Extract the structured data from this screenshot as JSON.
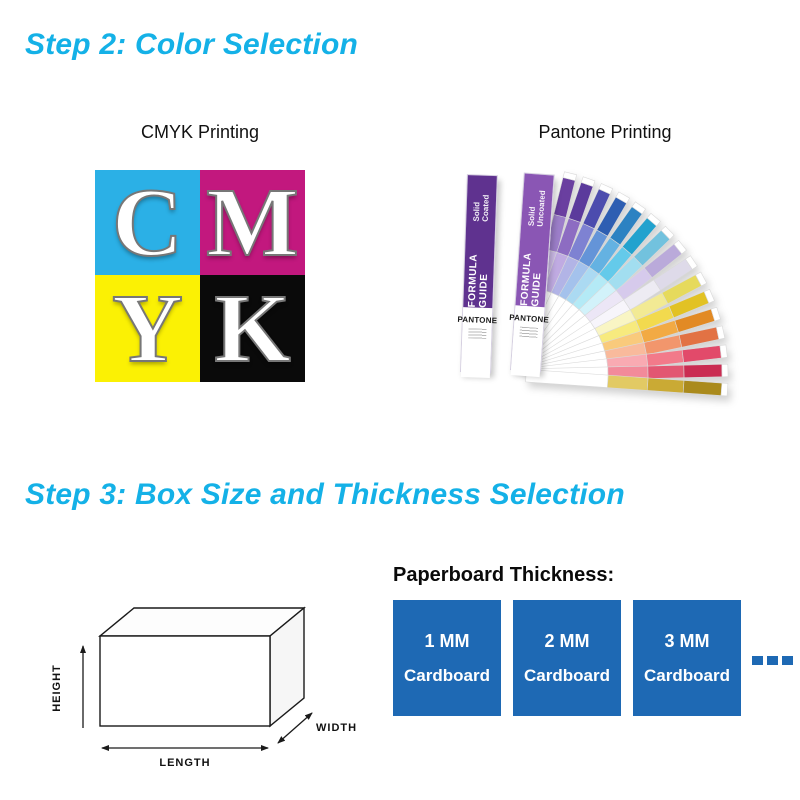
{
  "accent": "#14b1e7",
  "step2": {
    "title": "Step 2: Color Selection"
  },
  "cmyk": {
    "label": "CMYK Printing",
    "tiles": [
      {
        "letter": "C",
        "bg": "#2bb0e6"
      },
      {
        "letter": "M",
        "bg": "#c2187e"
      },
      {
        "letter": "Y",
        "bg": "#fbf104"
      },
      {
        "letter": "K",
        "bg": "#0a0a0a"
      }
    ]
  },
  "pantone": {
    "label": "Pantone Printing",
    "guides": [
      {
        "title": "FORMULA GUIDE",
        "subtitle": "Solid Coated",
        "brand": "PANTONE"
      },
      {
        "title": "FORMULA GUIDE",
        "subtitle": "Solid Uncoated",
        "brand": "PANTONE"
      }
    ],
    "fan_colors": [
      [
        "#cdbbe8",
        "#9d7fca",
        "#6a3fa0"
      ],
      [
        "#c0abe2",
        "#8d6cc2",
        "#5b3a9c"
      ],
      [
        "#b2b4e6",
        "#7e82d2",
        "#4c4cae"
      ],
      [
        "#a4c2ec",
        "#6494d8",
        "#2e5eb2"
      ],
      [
        "#abdaf2",
        "#64b2e2",
        "#2c82c2"
      ],
      [
        "#b4eaf6",
        "#64caea",
        "#22a2ce"
      ],
      [
        "#d2f2fa",
        "#a2def0",
        "#72c2de"
      ],
      [
        "#ece6f6",
        "#d6caec",
        "#baaada"
      ],
      [
        "#f7f5fb",
        "#edebf3",
        "#dedae9"
      ],
      [
        "#f9f5c4",
        "#f2ea94",
        "#e6da5c"
      ],
      [
        "#f7ea7e",
        "#f2da4e",
        "#e2c224"
      ],
      [
        "#f9ca7c",
        "#f2aa44",
        "#e28a24"
      ],
      [
        "#f9ba9c",
        "#f2966c",
        "#e27244"
      ],
      [
        "#f9aab2",
        "#f27a8a",
        "#e24a6a"
      ],
      [
        "#f28a9a",
        "#e25772",
        "#ca2c52"
      ],
      [
        "#e2ca64",
        "#caaa34",
        "#aa8a1c"
      ]
    ]
  },
  "step3": {
    "title": "Step 3: Box Size and Thickness Selection"
  },
  "box": {
    "height_label": "HEIGHT",
    "length_label": "LENGTH",
    "width_label": "WIDTH"
  },
  "thickness": {
    "heading": "Paperboard Thickness:",
    "tile_color": "#1e69b4",
    "ellipsis_color": "#1e69b4",
    "items": [
      {
        "size": "1 MM",
        "material": "Cardboard"
      },
      {
        "size": "2 MM",
        "material": "Cardboard"
      },
      {
        "size": "3 MM",
        "material": "Cardboard"
      }
    ]
  }
}
